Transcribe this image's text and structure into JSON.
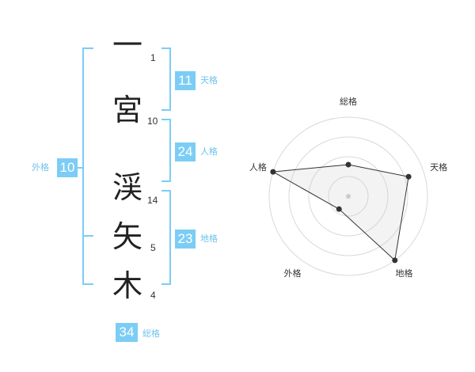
{
  "name_chars": [
    {
      "char": "一",
      "strokes": "1"
    },
    {
      "char": "宮",
      "strokes": "10"
    },
    {
      "char": "渓",
      "strokes": "14"
    },
    {
      "char": "矢",
      "strokes": "5"
    },
    {
      "char": "木",
      "strokes": "4"
    }
  ],
  "fortunes": {
    "tenkaku": {
      "value": "11",
      "label": "天格"
    },
    "jinkaku": {
      "value": "24",
      "label": "人格"
    },
    "chikaku": {
      "value": "23",
      "label": "地格"
    },
    "gaikaku": {
      "value": "10",
      "label": "外格"
    },
    "soukaku": {
      "value": "34",
      "label": "総格"
    }
  },
  "colors": {
    "accent": "#7ccdf5",
    "accent_text": "#6fc3ea"
  },
  "chart_data": {
    "type": "radar",
    "axes": [
      "総格",
      "天格",
      "地格",
      "外格",
      "人格"
    ],
    "values": [
      2,
      4,
      5,
      1,
      5
    ],
    "rmax": 5,
    "rings": 4
  }
}
